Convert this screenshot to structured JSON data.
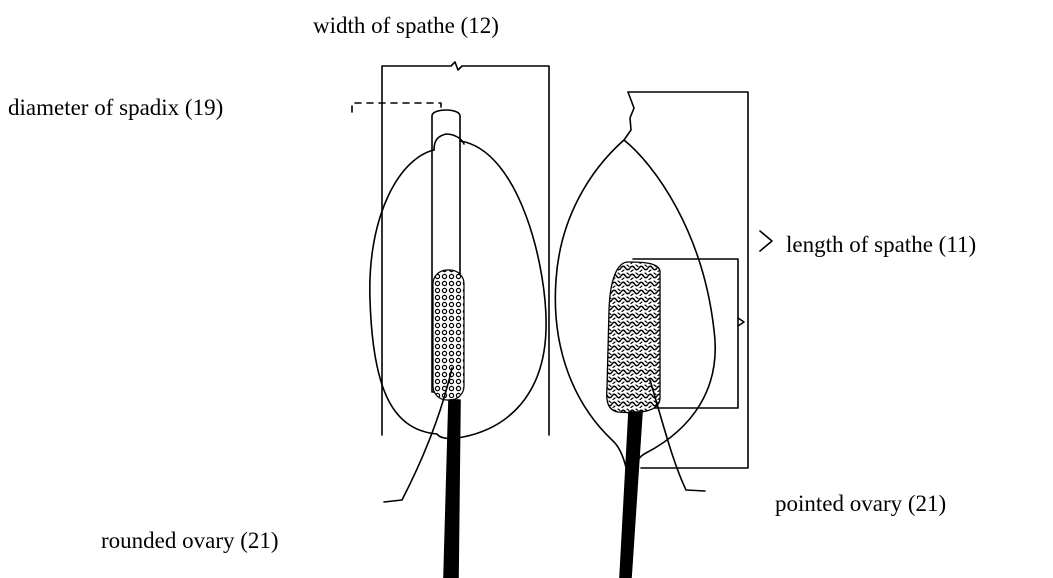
{
  "labels": {
    "width_of_spathe": "width of spathe (12)",
    "diameter_of_spadix": "diameter of spadix (19)",
    "length_of_spathe": "length of spathe (11)",
    "pointed_ovary": "pointed ovary (21)",
    "rounded_ovary": "rounded ovary (21)"
  },
  "colors": {
    "ink": "#000000",
    "paper": "#ffffff"
  }
}
